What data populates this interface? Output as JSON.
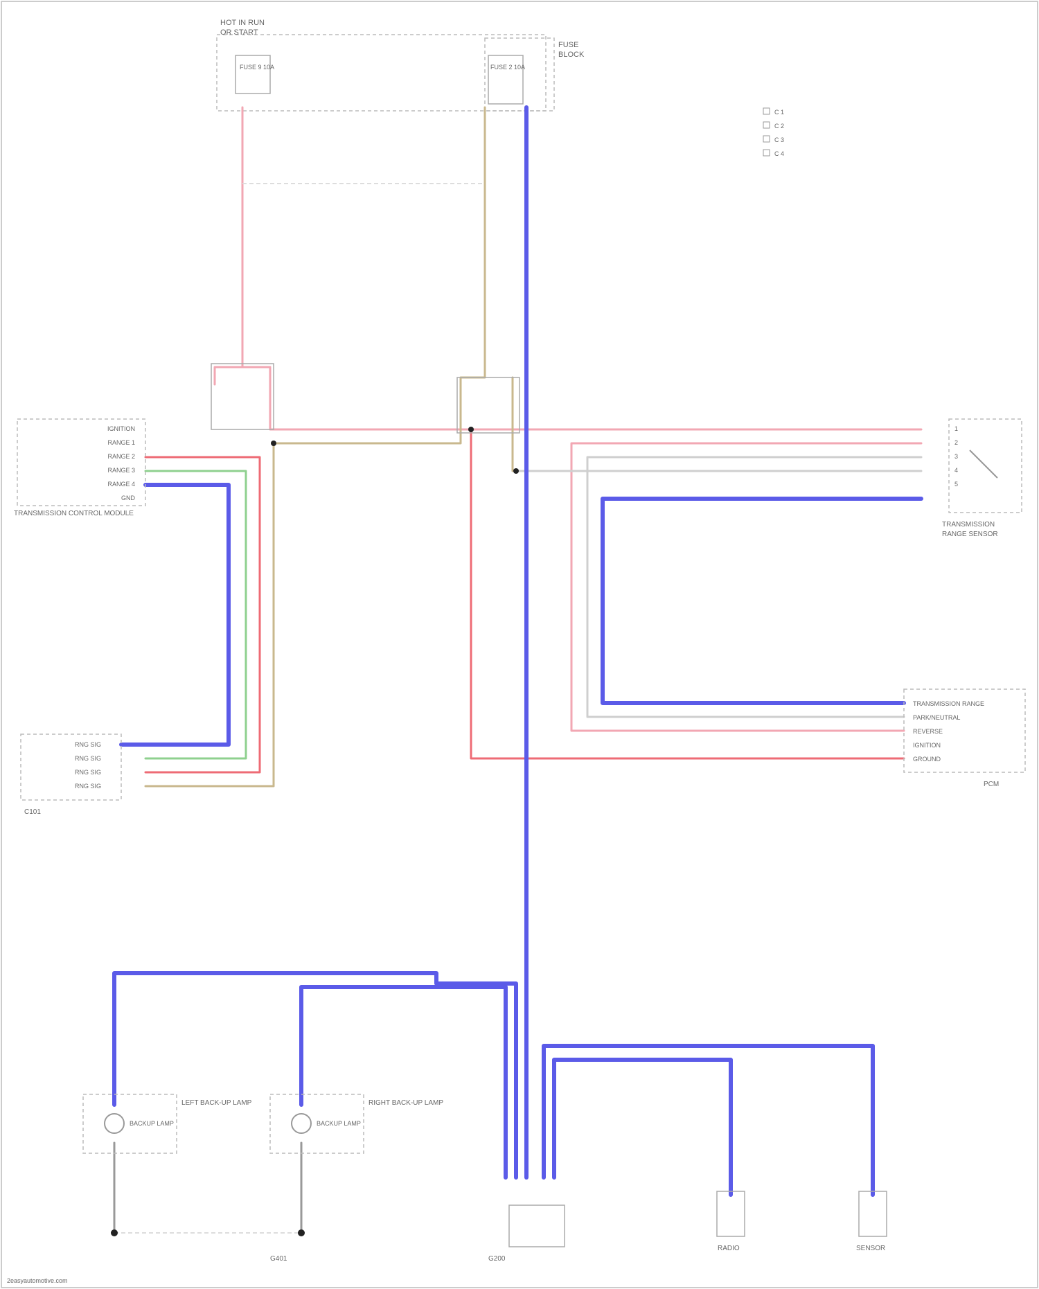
{
  "colors": {
    "blue": "#5b5be8",
    "pink": "#f2a7b3",
    "red": "#ee6b75",
    "tan": "#c9b88e",
    "green": "#8fd08f",
    "grey": "#cfcfcf",
    "frame": "#cccccc",
    "ink": "#666666"
  },
  "legend": [
    {
      "icon": "connector-icon",
      "label": "C 1"
    },
    {
      "icon": "connector-icon",
      "label": "C 2"
    },
    {
      "icon": "connector-icon",
      "label": "C 3"
    },
    {
      "icon": "connector-icon",
      "label": "C 4"
    }
  ],
  "components": {
    "fuse_box_left": {
      "title_1": "HOT IN RUN",
      "title_2": "OR START",
      "fuse_label": "FUSE 9 10A"
    },
    "fuse_box_right": {
      "title_1": "FUSE",
      "title_2": "BLOCK",
      "fuse_label": "FUSE 2 10A"
    },
    "tcm": {
      "title": "TRANSMISSION CONTROL MODULE",
      "pins": [
        "IGNITION",
        "RANGE 1",
        "RANGE 2",
        "RANGE 3",
        "RANGE 4",
        "GND"
      ]
    },
    "range_sensor": {
      "title_1": "TRANSMISSION",
      "title_2": "RANGE SENSOR",
      "pins": [
        "1",
        "2",
        "3",
        "4",
        "5"
      ]
    },
    "left_connector": {
      "title": "C101",
      "pins": [
        "RNG SIG",
        "RNG SIG",
        "RNG SIG",
        "RNG SIG"
      ]
    },
    "pcm": {
      "title": "PCM",
      "pins": [
        "TRANSMISSION RANGE",
        "PARK/NEUTRAL",
        "REVERSE",
        "IGNITION",
        "GROUND"
      ]
    },
    "left_lamp": {
      "title": "LEFT BACK-UP LAMP",
      "lamp_label": "BACKUP LAMP"
    },
    "right_lamp": {
      "title": "RIGHT BACK-UP LAMP",
      "lamp_label": "BACKUP LAMP"
    },
    "ground_left": {
      "title": "G401"
    },
    "ground_center": {
      "title": "G200"
    },
    "bottom_comp_1": {
      "title": "RADIO"
    },
    "bottom_comp_2": {
      "title": "SENSOR"
    }
  },
  "footer": {
    "text": "2easyautomotive.com"
  }
}
